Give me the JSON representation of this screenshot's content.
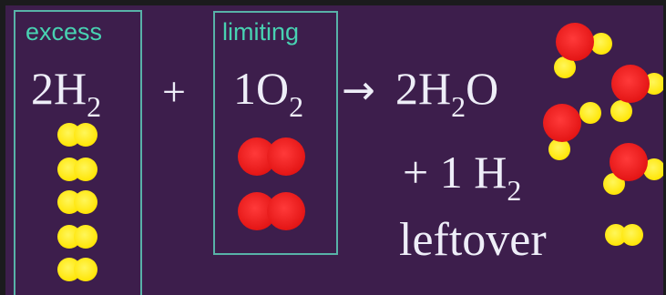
{
  "reactants": {
    "excess": {
      "label": "excess",
      "coefficient": "2",
      "element": "H",
      "subscript": "2"
    },
    "limiting": {
      "label": "limiting",
      "coefficient": "1",
      "element": "O",
      "subscript": "2"
    }
  },
  "plus_sign": "+",
  "arrow": "→",
  "product": {
    "coefficient": "2",
    "element": "H",
    "subscript": "2",
    "tail": "O"
  },
  "leftover_line": {
    "prefix": "+ 1",
    "element": "H",
    "subscript": "2"
  },
  "leftover_word": "leftover",
  "molecule_counts": {
    "h2_excess": 5,
    "o2_limiting": 2,
    "h2o_products": 4,
    "h2_leftover": 1
  },
  "colors": {
    "background": "#3d1e4c",
    "frame": "#58b2a8",
    "label": "#48d2b2",
    "text": "#eeeef8",
    "hydrogen": "#ffec00",
    "oxygen": "#ef1c1c"
  }
}
